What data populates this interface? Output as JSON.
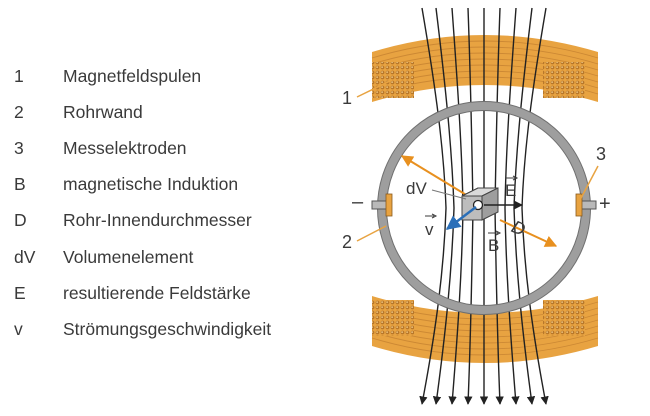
{
  "legend": [
    {
      "key": "1",
      "label": "Magnetfeldspulen"
    },
    {
      "key": "2",
      "label": "Rohrwand"
    },
    {
      "key": "3",
      "label": "Messelektroden"
    },
    {
      "key": "B",
      "label": "magnetische Induktion"
    },
    {
      "key": "D",
      "label": "Rohr-Innendurchmesser"
    },
    {
      "key": "dV",
      "label": "Volumenelement"
    },
    {
      "key": "E",
      "label": "resultierende Feldstärke"
    },
    {
      "key": "v",
      "label": "Strömungsgeschwindigkeit"
    }
  ],
  "diagram": {
    "callout_coil": "1",
    "callout_wall": "2",
    "callout_electrode": "3",
    "sign_negative": "–",
    "sign_positive": "+",
    "label_volume": "dV",
    "label_field": "E",
    "label_induction": "B",
    "label_velocity": "v",
    "label_diameter": "D"
  },
  "colors": {
    "coil": "#e8a341",
    "coil_dark": "#b8772a",
    "wall": "#9e9e9e",
    "field_line": "#222222",
    "accent_orange": "#e8901f",
    "velocity_blue": "#2b6fb8",
    "text": "#3a3a3a"
  }
}
